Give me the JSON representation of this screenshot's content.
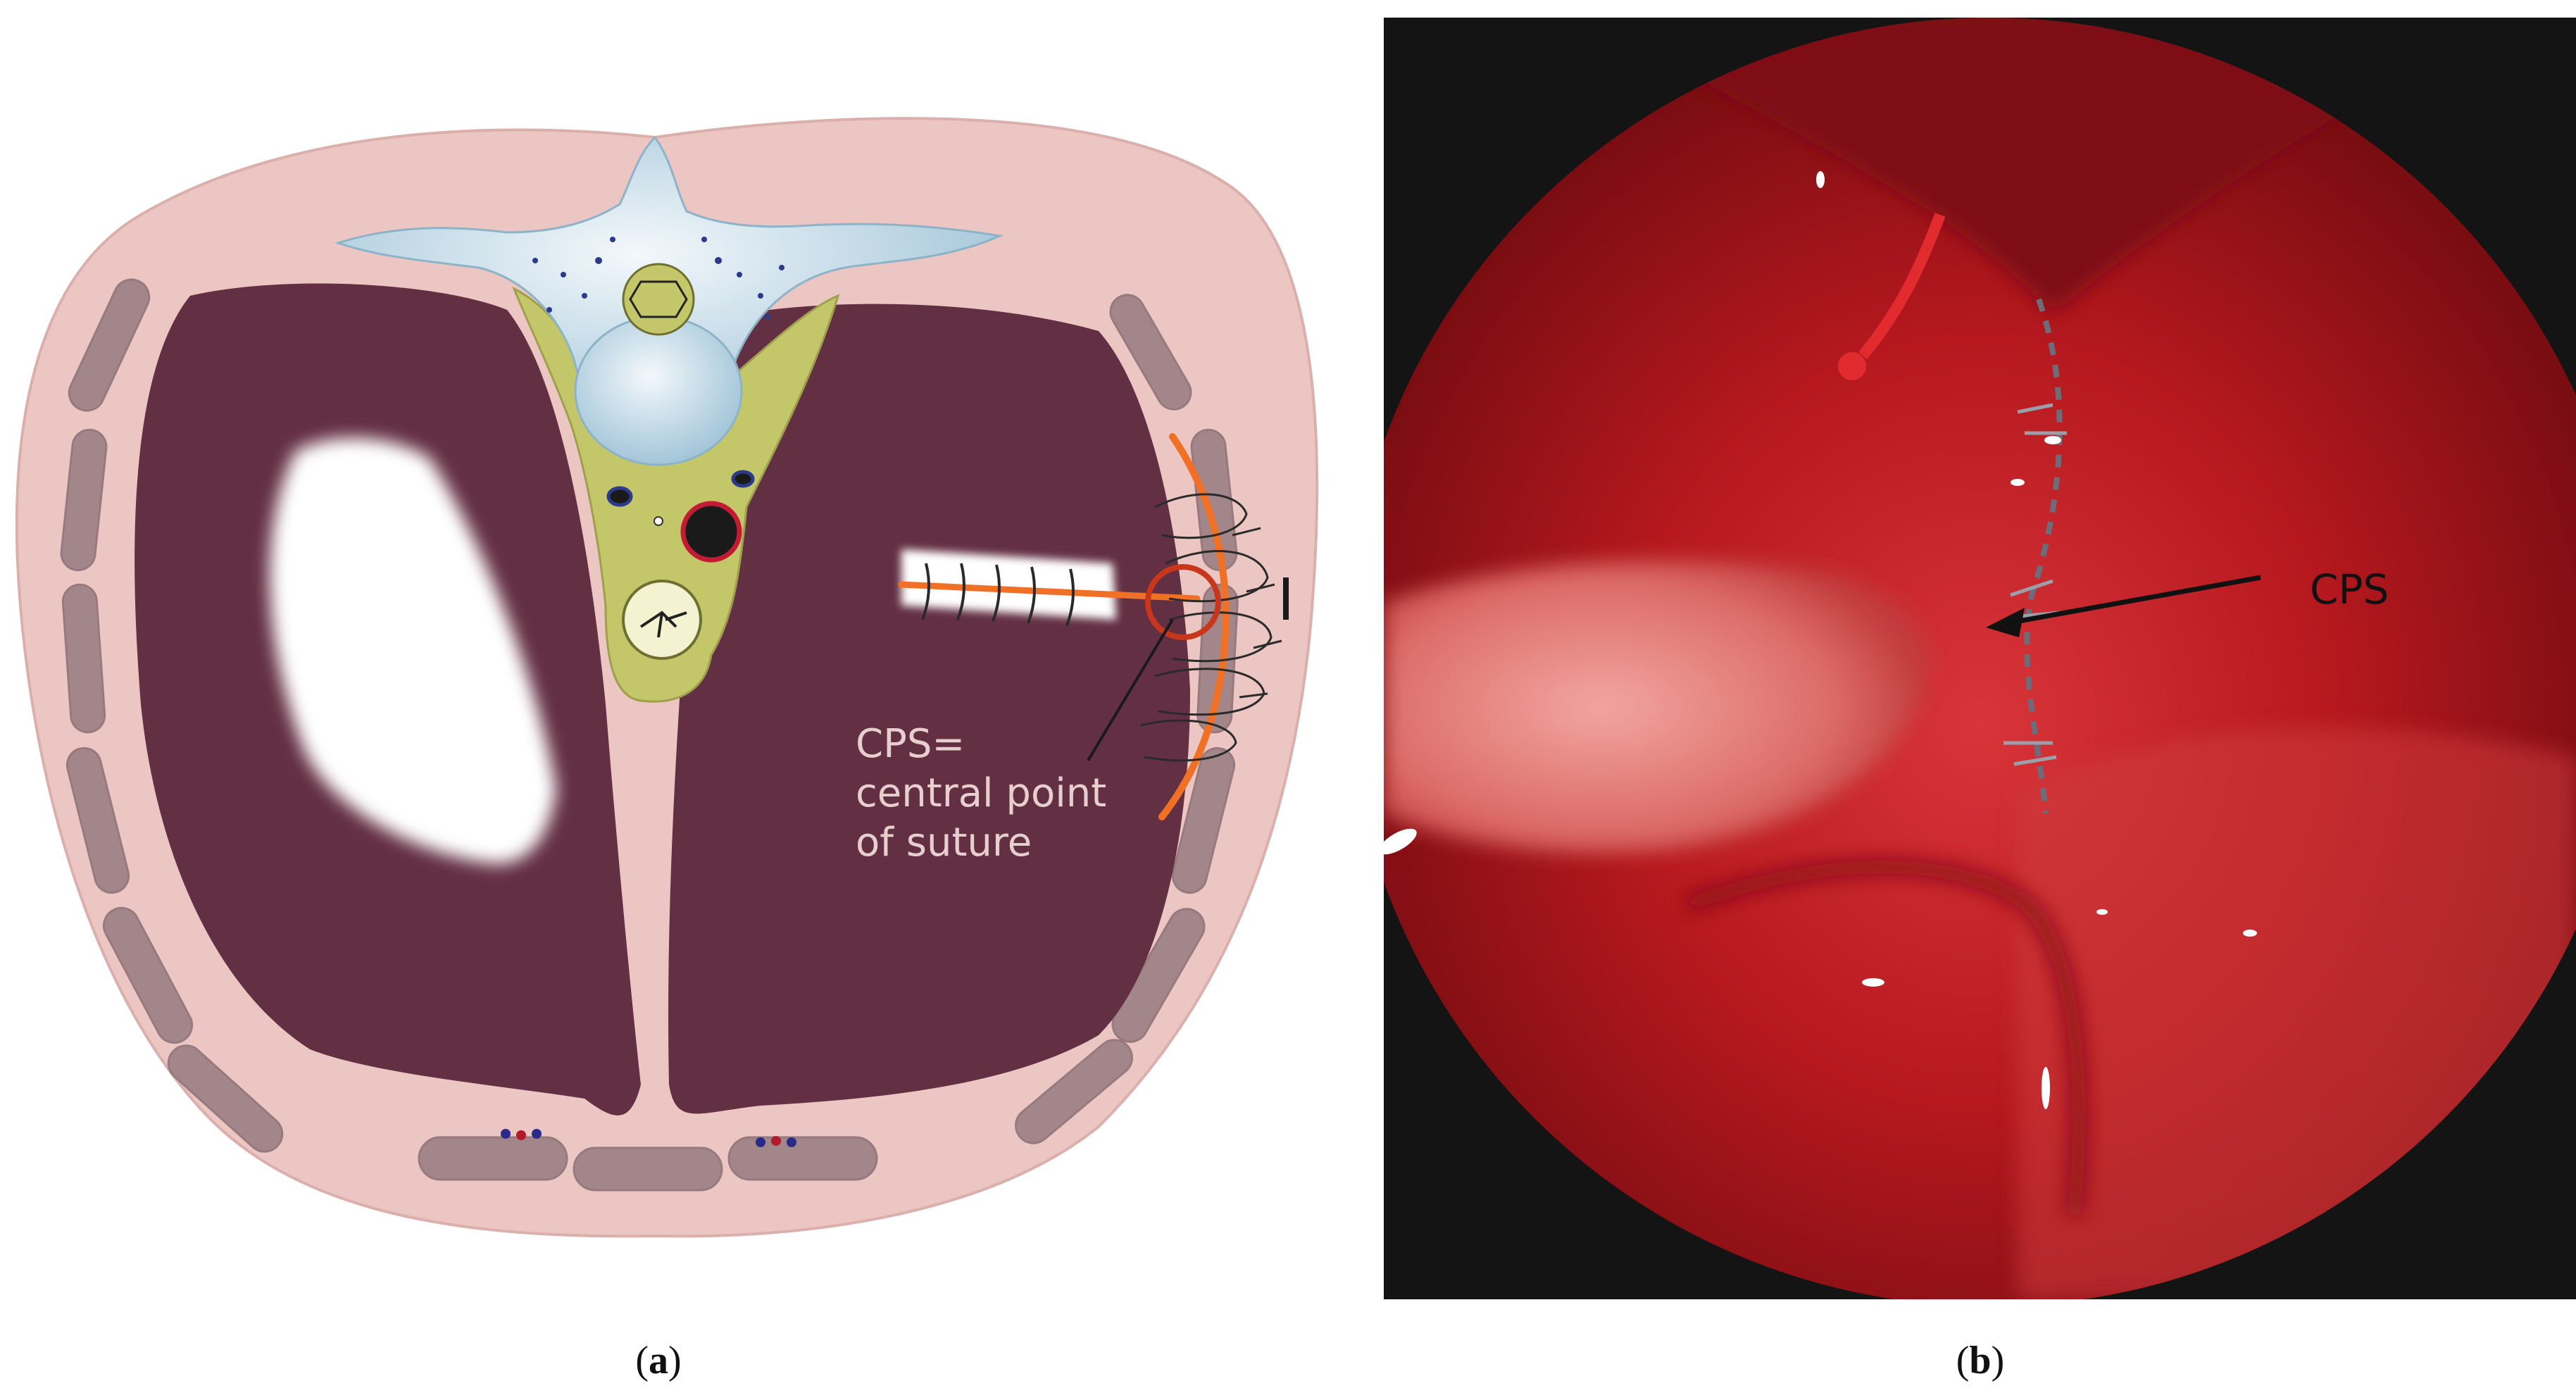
{
  "panel_a": {
    "annotation_lines": [
      "CPS=",
      "central point",
      "of suture"
    ],
    "caption_open": "(",
    "caption_letter": "a",
    "caption_close": ")"
  },
  "panel_b": {
    "annotation": "CPS",
    "caption_open": "(",
    "caption_letter": "b",
    "caption_close": ")"
  },
  "colors": {
    "chest_wall": "#ebc6c2",
    "muscle_band": "#a3868a",
    "lung": "#632f42",
    "vertebra": "#bfdae8",
    "mediastinum": "#c4c769",
    "suture_line": "#f07125",
    "cps_circle": "#c8361c",
    "endoscopy_tissue": "#b5181e"
  }
}
